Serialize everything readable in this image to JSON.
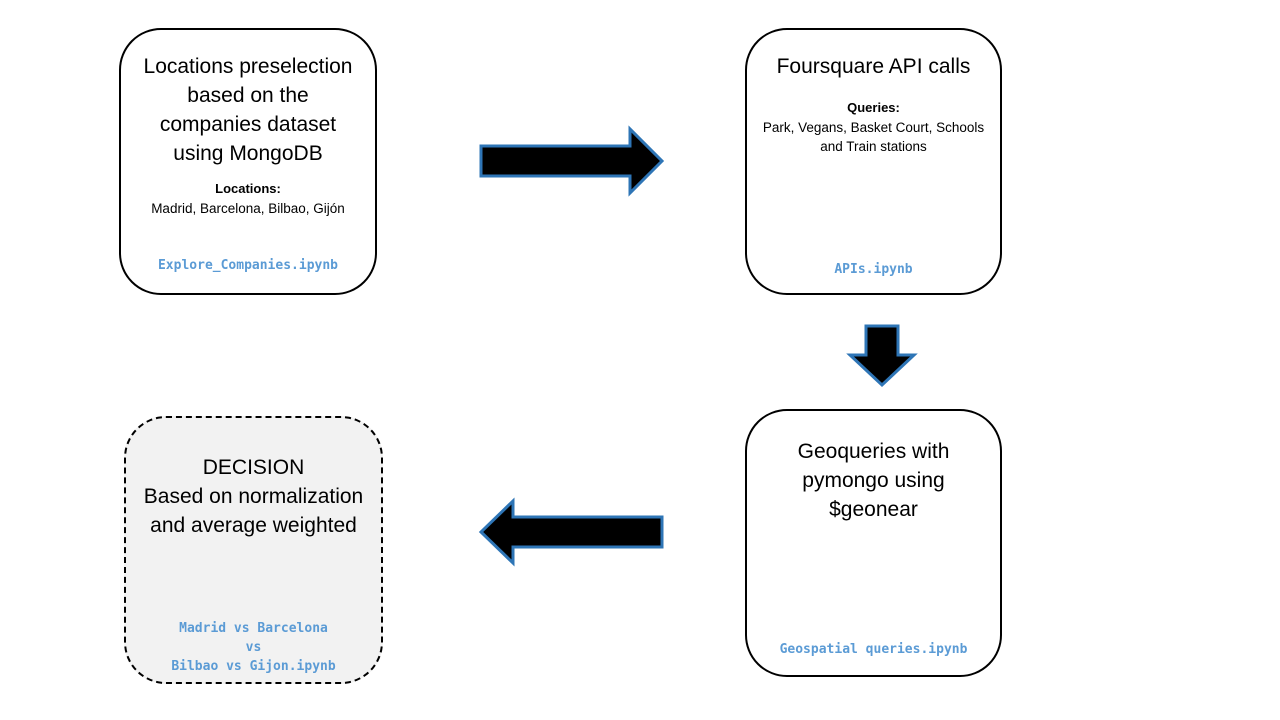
{
  "colors": {
    "arrow_fill": "#000000",
    "arrow_stroke": "#2e75b6",
    "file_text": "#5b9bd5",
    "decision_fill": "#f2f2f2"
  },
  "steps": {
    "locations": {
      "title": "Locations preselection\nbased on the\ncompanies dataset\nusing MongoDB",
      "sub_heading": "Locations:",
      "sub_text": "Madrid, Barcelona, Bilbao, Gijón",
      "file": "Explore_Companies.ipynb"
    },
    "foursquare": {
      "title": "Foursquare API calls",
      "sub_heading": "Queries:",
      "sub_text": "Park, Vegans, Basket Court, Schools\nand Train stations",
      "file": "APIs.ipynb"
    },
    "geoqueries": {
      "title": "Geoqueries with\npymongo using\n$geonear",
      "file": "Geospatial queries.ipynb"
    },
    "decision": {
      "title": "DECISION\nBased on normalization\nand average weighted",
      "file": "Madrid vs Barcelona\nvs\nBilbao vs Gijon.ipynb"
    }
  }
}
